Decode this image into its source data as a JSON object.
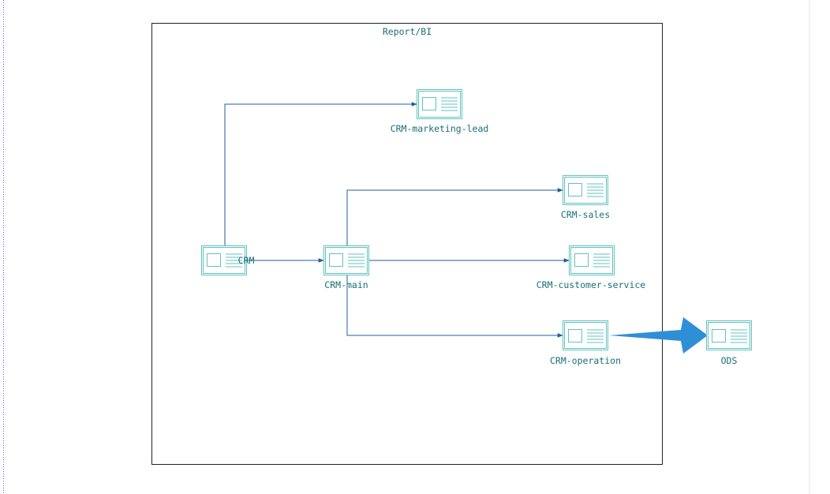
{
  "group": {
    "label": "Report/BI"
  },
  "nodes": {
    "crm": {
      "label": "CRM"
    },
    "crm_main": {
      "label": "CRM-main"
    },
    "crm_marketing_lead": {
      "label": "CRM-marketing-lead"
    },
    "crm_sales": {
      "label": "CRM-sales"
    },
    "crm_customer_service": {
      "label": "CRM-customer-service"
    },
    "crm_operation": {
      "label": "CRM-operation"
    },
    "ods": {
      "label": "ODS"
    }
  },
  "edges": [
    {
      "from": "CRM",
      "to": "CRM-marketing-lead"
    },
    {
      "from": "CRM",
      "to": "CRM-main"
    },
    {
      "from": "CRM-main",
      "to": "CRM-sales"
    },
    {
      "from": "CRM-main",
      "to": "CRM-customer-service"
    },
    {
      "from": "CRM-main",
      "to": "CRM-operation"
    },
    {
      "from": "CRM-operation",
      "to": "ODS"
    }
  ],
  "colors": {
    "node_stroke": "#5fc4c2",
    "edge": "#1f5f9c",
    "highlight_arrow": "#2f8fd6",
    "label": "#1a6f78",
    "page_guide": "#5b5bd6"
  }
}
